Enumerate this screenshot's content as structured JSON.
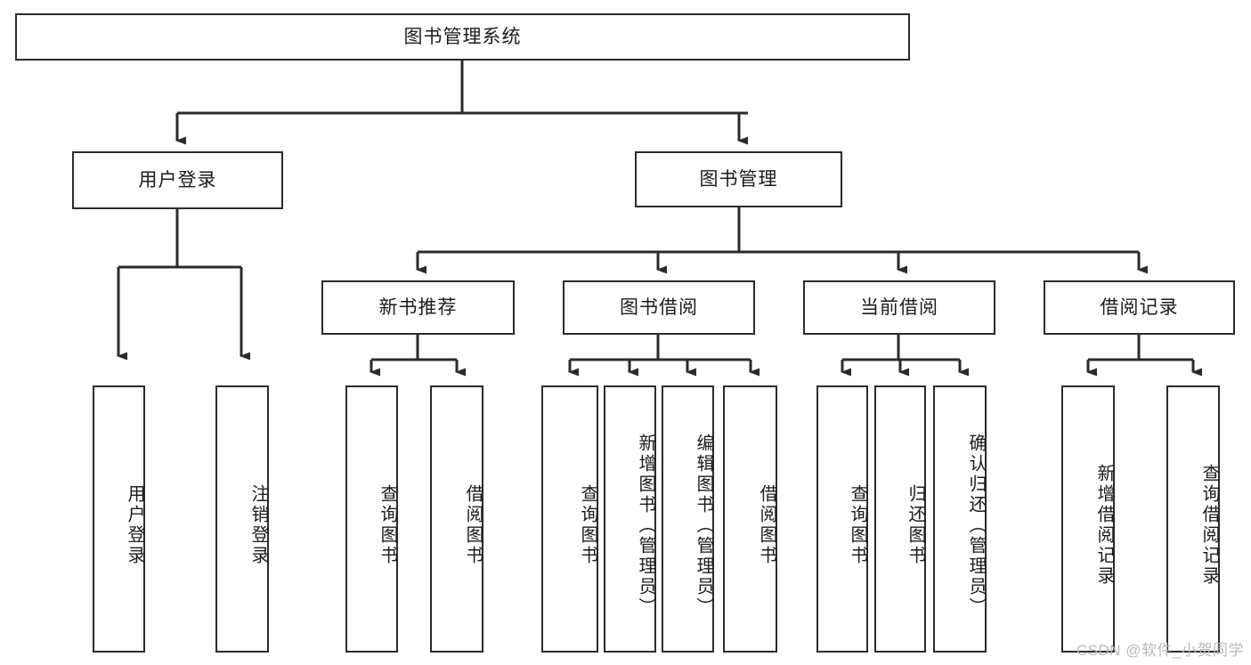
{
  "diagram": {
    "type": "tree-hierarchy",
    "title": "图书管理系统",
    "root": {
      "label": "图书管理系统"
    },
    "level2": [
      {
        "label": "用户登录"
      },
      {
        "label": "图书管理"
      }
    ],
    "level3": [
      {
        "label": "新书推荐"
      },
      {
        "label": "图书借阅"
      },
      {
        "label": "当前借阅"
      },
      {
        "label": "借阅记录"
      }
    ],
    "leaves": {
      "user_login": [
        {
          "label": "用户登录"
        },
        {
          "label": "注销登录"
        }
      ],
      "new_book_recommend": [
        {
          "label": "查询图书"
        },
        {
          "label": "借阅图书"
        }
      ],
      "book_borrow": [
        {
          "label": "查询图书"
        },
        {
          "label": "新增图书（管理员）"
        },
        {
          "label": "编辑图书（管理员）"
        },
        {
          "label": "借阅图书"
        }
      ],
      "current_borrow": [
        {
          "label": "查询图书"
        },
        {
          "label": "归还图书"
        },
        {
          "label": "确认归还（管理员）"
        }
      ],
      "borrow_record": [
        {
          "label": "新增借阅记录"
        },
        {
          "label": "查询借阅记录"
        }
      ]
    }
  },
  "watermark": {
    "text": "CSDN @软件_小贺同学"
  },
  "colors": {
    "border": "#2b2b2b",
    "line": "#333333",
    "text": "#1b1b1b",
    "background": "#ffffff",
    "watermark": "#b9b9b9"
  }
}
